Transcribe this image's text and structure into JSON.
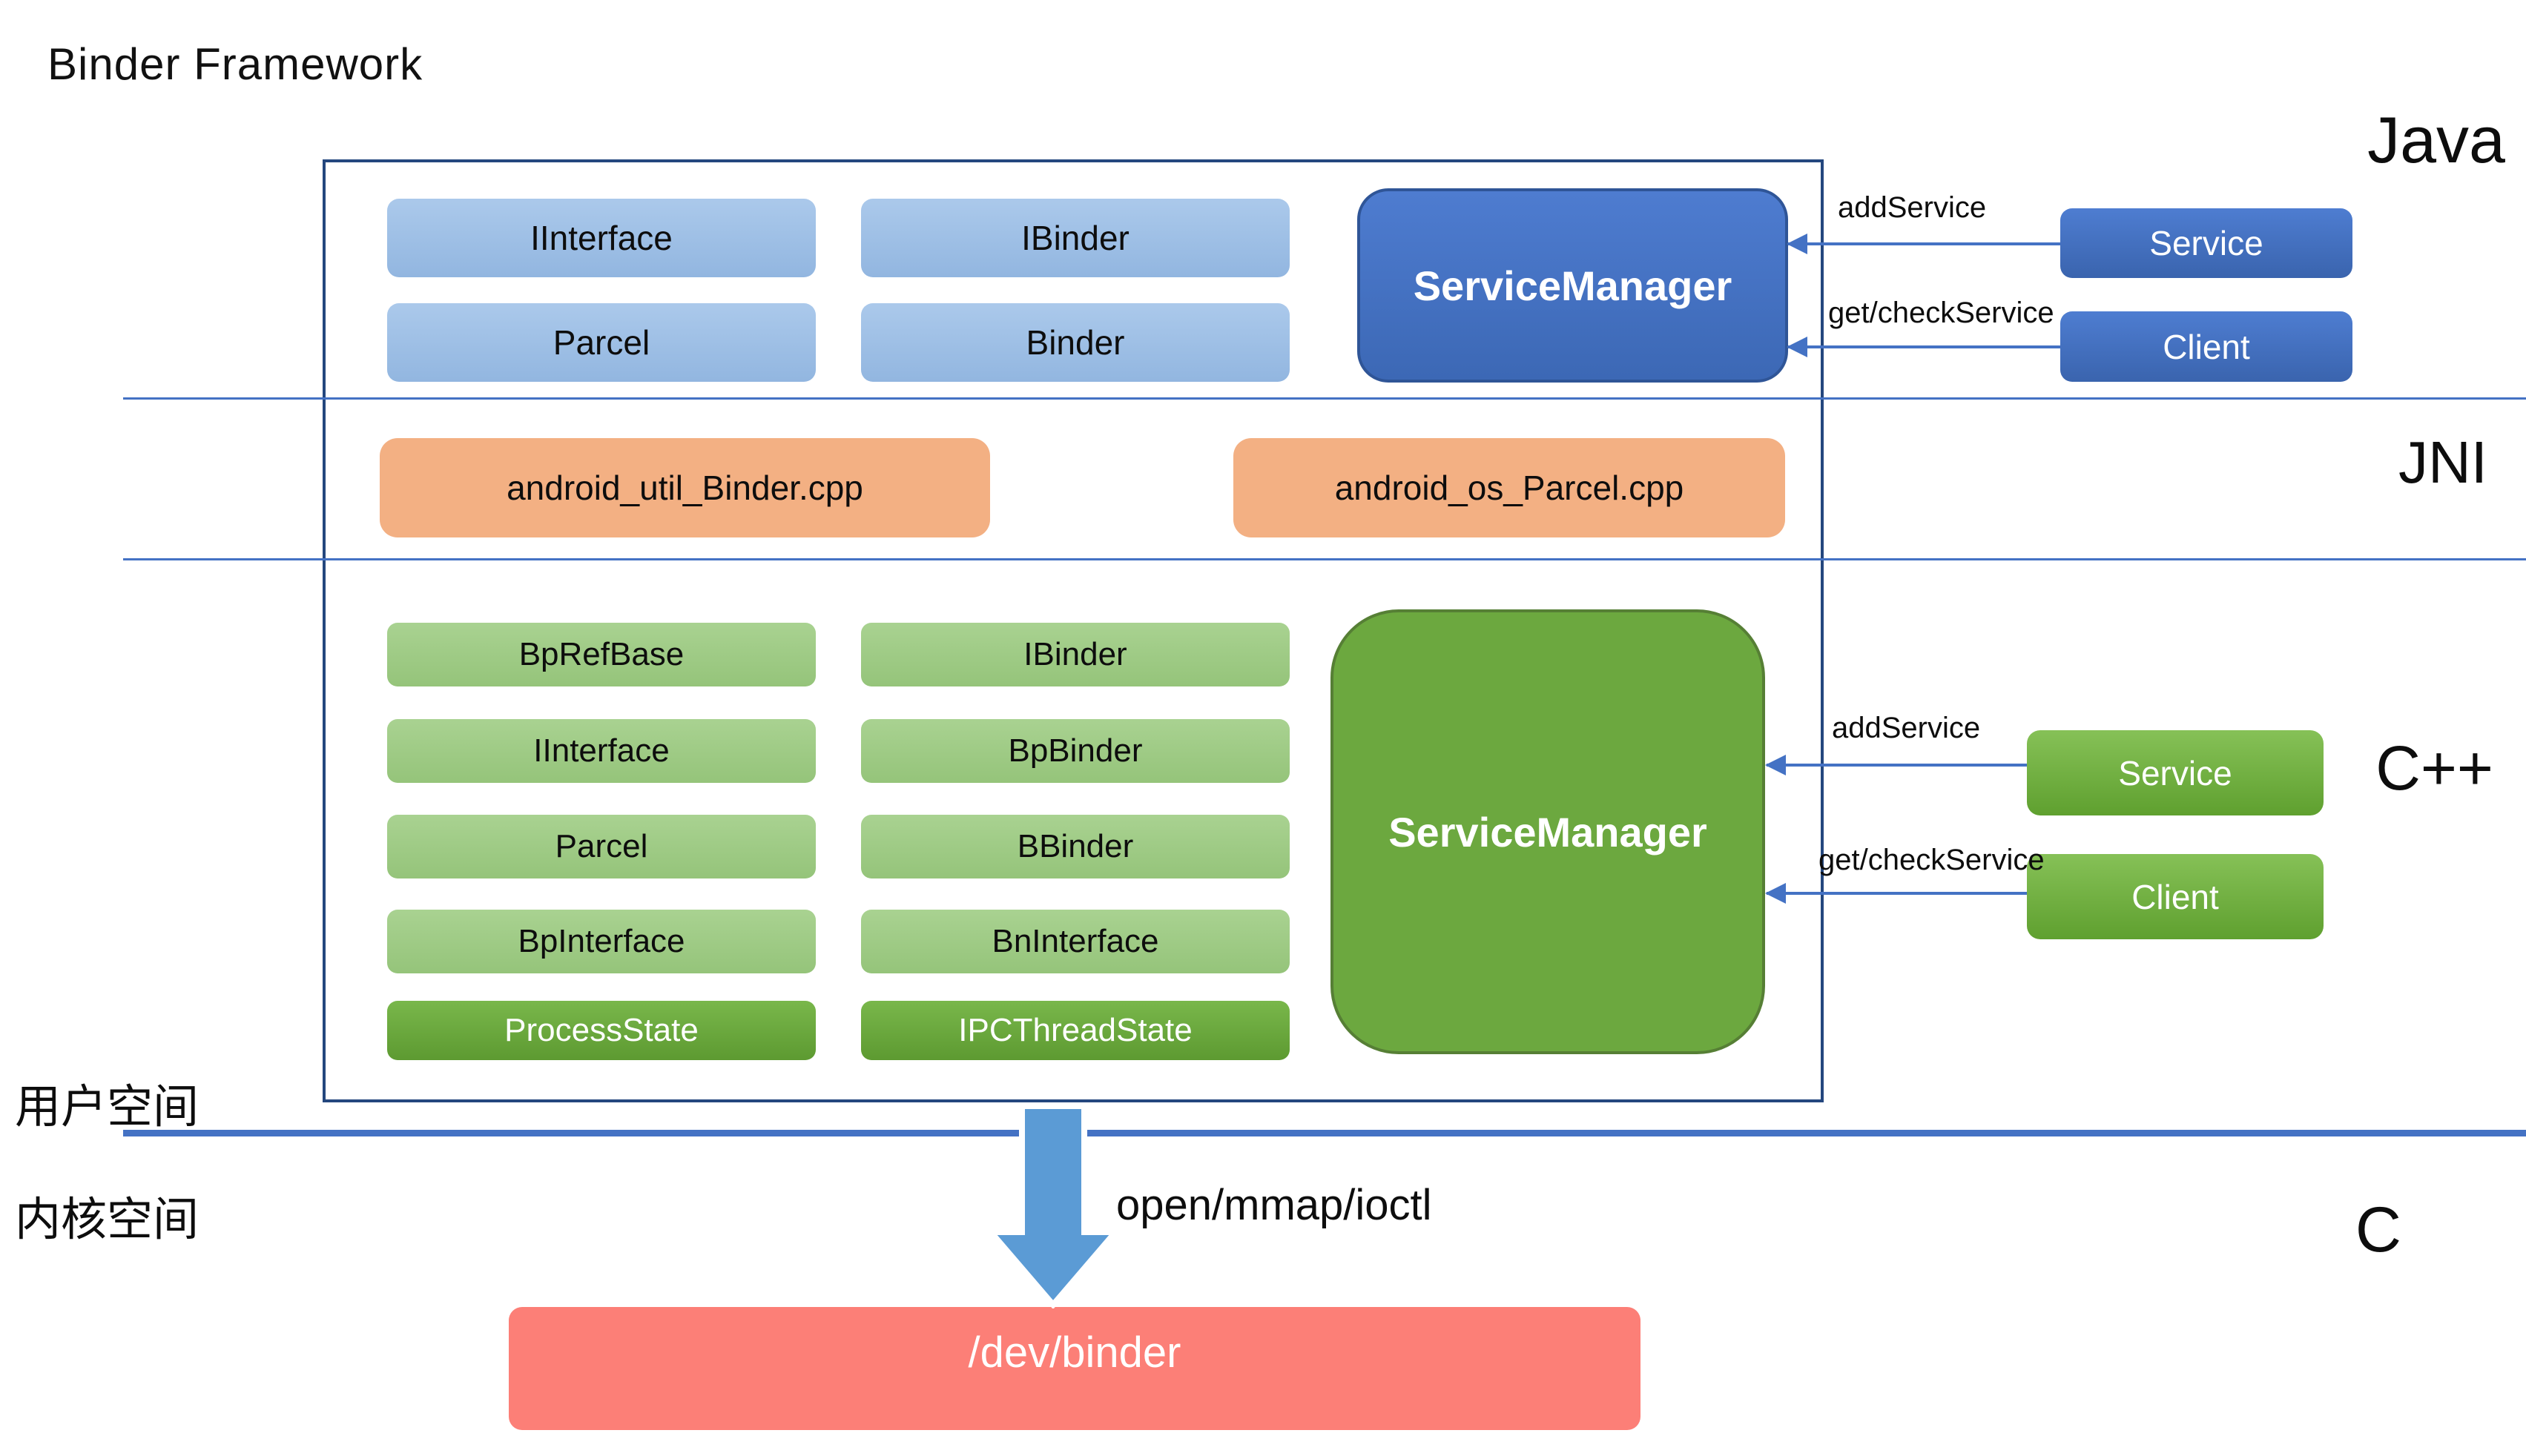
{
  "title": "Binder Framework",
  "layer_labels": {
    "java": "Java",
    "jni": "JNI",
    "cpp": "C++",
    "c": "C"
  },
  "space_labels": {
    "user": "用户空间",
    "kernel": "内核空间"
  },
  "java_layer": {
    "classes": [
      "IInterface",
      "IBinder",
      "Parcel",
      "Binder"
    ],
    "service_manager": "ServiceManager",
    "service": "Service",
    "client": "Client",
    "arrows": {
      "add_service": "addService",
      "get_check_service": "get/checkService"
    }
  },
  "jni_layer": {
    "files": [
      "android_util_Binder.cpp",
      "android_os_Parcel.cpp"
    ]
  },
  "cpp_layer": {
    "classes": [
      "BpRefBase",
      "IBinder",
      "IInterface",
      "BpBinder",
      "Parcel",
      "BBinder",
      "BpInterface",
      "BnInterface"
    ],
    "state_classes": [
      "ProcessState",
      "IPCThreadState"
    ],
    "service_manager": "ServiceManager",
    "service": "Service",
    "client": "Client",
    "arrows": {
      "add_service": "addService",
      "get_check_service": "get/checkService"
    }
  },
  "kernel_layer": {
    "syscalls": "open/mmap/ioctl",
    "driver": "/dev/binder"
  },
  "colors": {
    "accent_blue": "#4472C4",
    "blue_light": "#9DC3E6",
    "blue_dark_border": "#2F5597",
    "frame_navy": "#24477E",
    "orange": "#F3B083",
    "green_light": "#A9D291",
    "green_dark": "#6CA83F",
    "green_border": "#567F35",
    "salmon_red": "#FC7F77",
    "big_arrow_blue": "#5B9BD5"
  }
}
